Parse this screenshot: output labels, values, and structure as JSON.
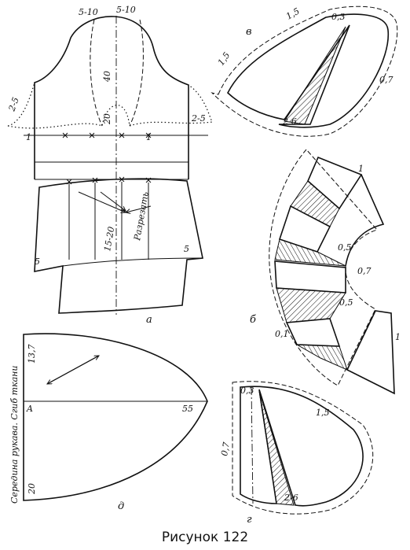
{
  "caption": "Рисунок 122",
  "panels": {
    "a": {
      "letter": "а",
      "labels": {
        "top_left": "5-10",
        "top_right": "5-10",
        "center_top": "40",
        "center_mid": "20",
        "side_left": "2-5",
        "side_right": "2-5",
        "line_1_left": "1",
        "line_1_right": "1",
        "bottom_center": "15-20",
        "cut_text": "Разрезать",
        "bottom_left": "5",
        "bottom_right": "5"
      }
    },
    "b": {
      "letter": "б",
      "labels": {
        "top_end": "1",
        "bottom_end": "1",
        "upper_05": "0,5",
        "center_07": "0,7",
        "lower_05": "0,5",
        "left_01": "0,1"
      }
    },
    "v": {
      "letter": "в",
      "labels": {
        "tl_15": "1,5",
        "top_15": "1,5",
        "top_03": "0,3",
        "right_07": "0,7",
        "bottom_26": "2-6"
      }
    },
    "g": {
      "letter": "г",
      "labels": {
        "top_03": "0,3",
        "right_15": "1,5",
        "left_07": "0,7",
        "bottom_26": "2-6"
      }
    },
    "d": {
      "letter": "д",
      "vertical_text": "Середина рукава. Сгиб ткани",
      "labels": {
        "top_137": "13,7",
        "point_a": "A",
        "right_55": "55",
        "bottom_20": "20"
      }
    }
  }
}
